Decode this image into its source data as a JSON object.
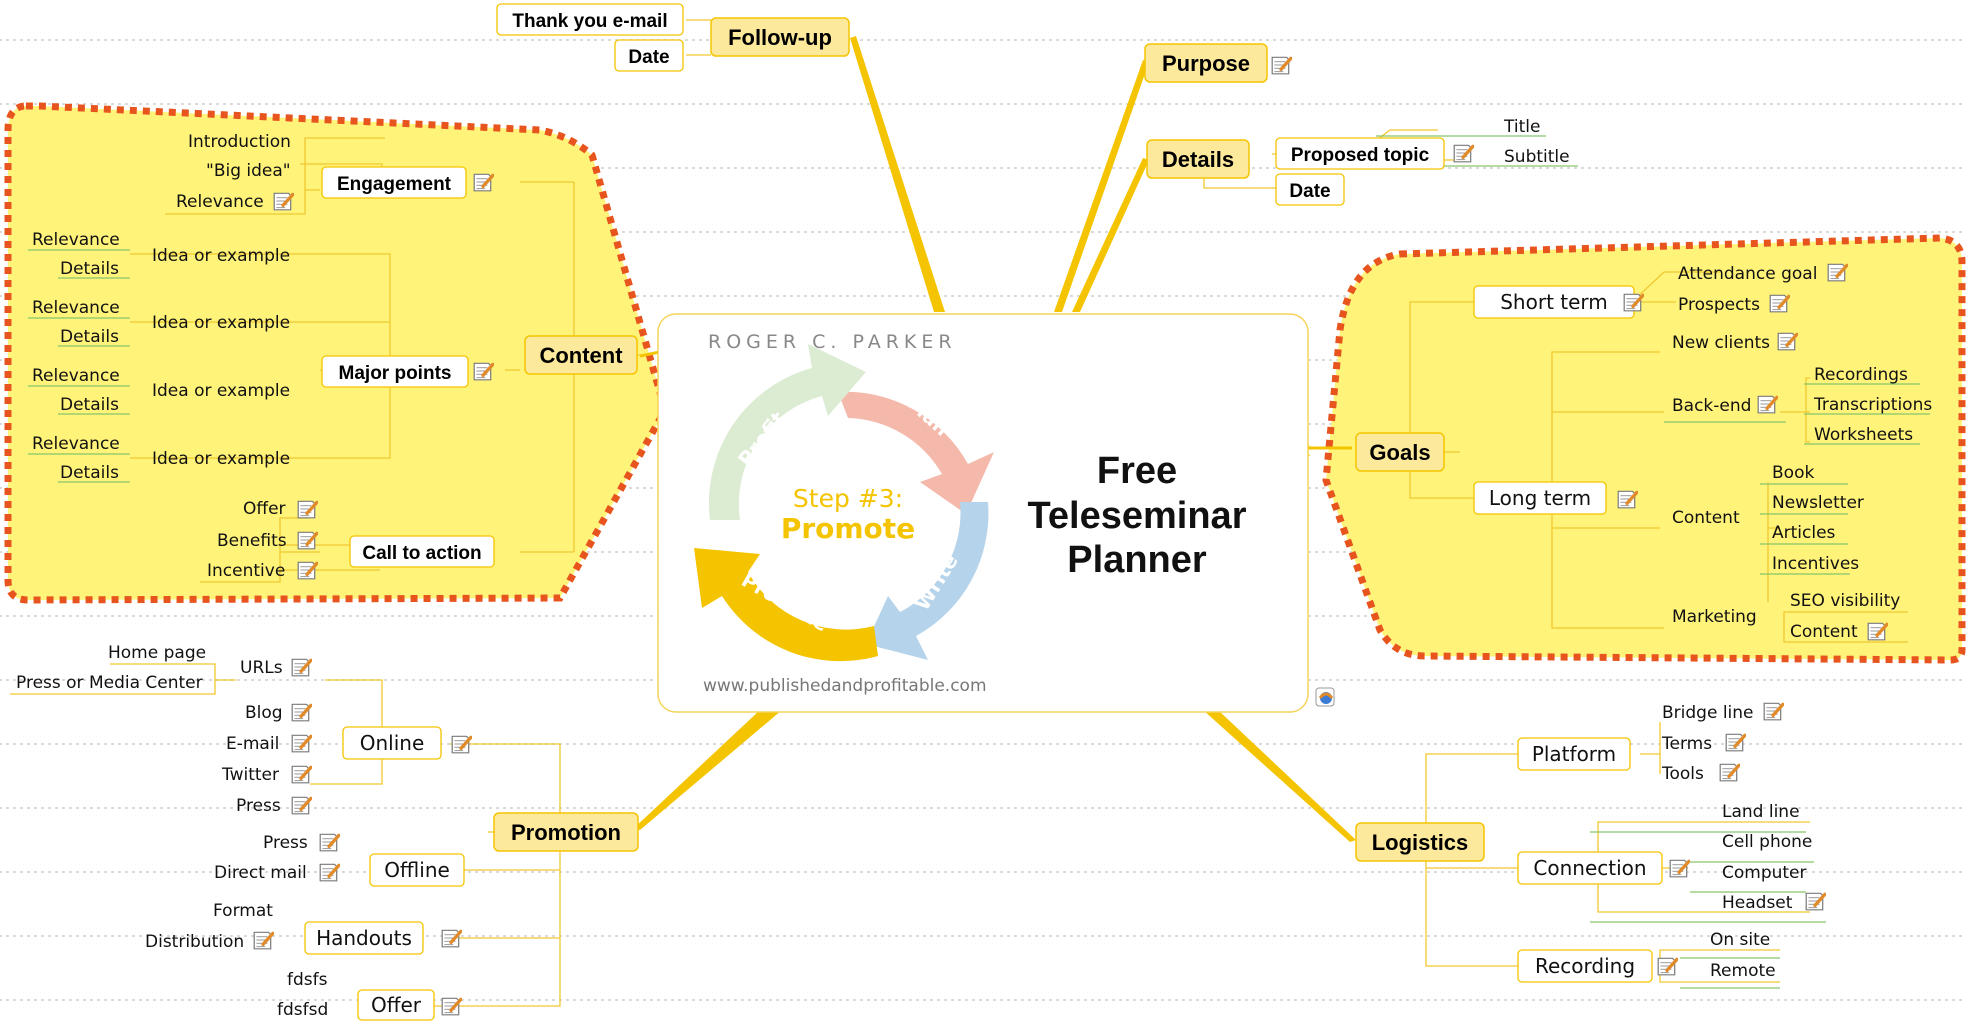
{
  "center": {
    "author": "ROGER C. PARKER",
    "step_label": "Step #3:",
    "step_name": "Promote",
    "cycle": [
      "Plan",
      "Write",
      "Promote",
      "Profit"
    ],
    "title_lines": [
      "Free",
      "Teleseminar",
      "Planner"
    ],
    "website": "www.publishedandprofitable.com"
  },
  "follow_up": {
    "label": "Follow-up",
    "items": [
      "Thank you e-mail",
      "Date"
    ]
  },
  "purpose": {
    "label": "Purpose"
  },
  "details": {
    "label": "Details",
    "proposed_topic": "Proposed topic",
    "topic_items": [
      "Title",
      "Subtitle"
    ],
    "date": "Date"
  },
  "content": {
    "label": "Content",
    "engagement": {
      "label": "Engagement",
      "items": [
        "Introduction",
        "\"Big idea\"",
        "Relevance"
      ]
    },
    "major_points": {
      "label": "Major points",
      "idea": "Idea or example",
      "relevance": "Relevance",
      "details": "Details"
    },
    "call_to_action": {
      "label": "Call to action",
      "items": [
        "Offer",
        "Benefits",
        "Incentive"
      ]
    }
  },
  "goals": {
    "label": "Goals",
    "short_term": {
      "label": "Short term",
      "items": [
        "Attendance goal",
        "Prospects"
      ]
    },
    "long_term": {
      "label": "Long term",
      "new_clients": "New clients",
      "back_end": {
        "label": "Back-end",
        "items": [
          "Recordings",
          "Transcriptions",
          "Worksheets"
        ]
      },
      "content": {
        "label": "Content",
        "items": [
          "Book",
          "Newsletter",
          "Articles",
          "Incentives"
        ]
      },
      "marketing": {
        "label": "Marketing",
        "items": [
          "SEO visibility",
          "Content"
        ]
      }
    }
  },
  "promotion": {
    "label": "Promotion",
    "online": {
      "label": "Online",
      "urls": "URLs",
      "url_items": [
        "Home page",
        "Press or Media Center"
      ],
      "items": [
        "Blog",
        "E-mail",
        "Twitter",
        "Press"
      ]
    },
    "offline": {
      "label": "Offline",
      "items": [
        "Press",
        "Direct mail"
      ]
    },
    "handouts": {
      "label": "Handouts",
      "items": [
        "Format",
        "Distribution"
      ]
    },
    "offer": {
      "label": "Offer",
      "items": [
        "fdsfs",
        "fdsfsd"
      ]
    }
  },
  "logistics": {
    "label": "Logistics",
    "platform": {
      "label": "Platform",
      "items": [
        "Bridge line",
        "Terms",
        "Tools"
      ]
    },
    "connection": {
      "label": "Connection",
      "items": [
        "Land line",
        "Cell phone",
        "Computer",
        "Headset"
      ]
    },
    "recording": {
      "label": "Recording",
      "items": [
        "On site",
        "Remote"
      ]
    }
  },
  "colors": {
    "accent": "#f5c400",
    "highlight": "#fff37a",
    "boundary": "#e8541e",
    "plan": "#f4b9aa",
    "write": "#b5d3ea",
    "promote": "#f5c400",
    "profit": "#dcecd2"
  }
}
